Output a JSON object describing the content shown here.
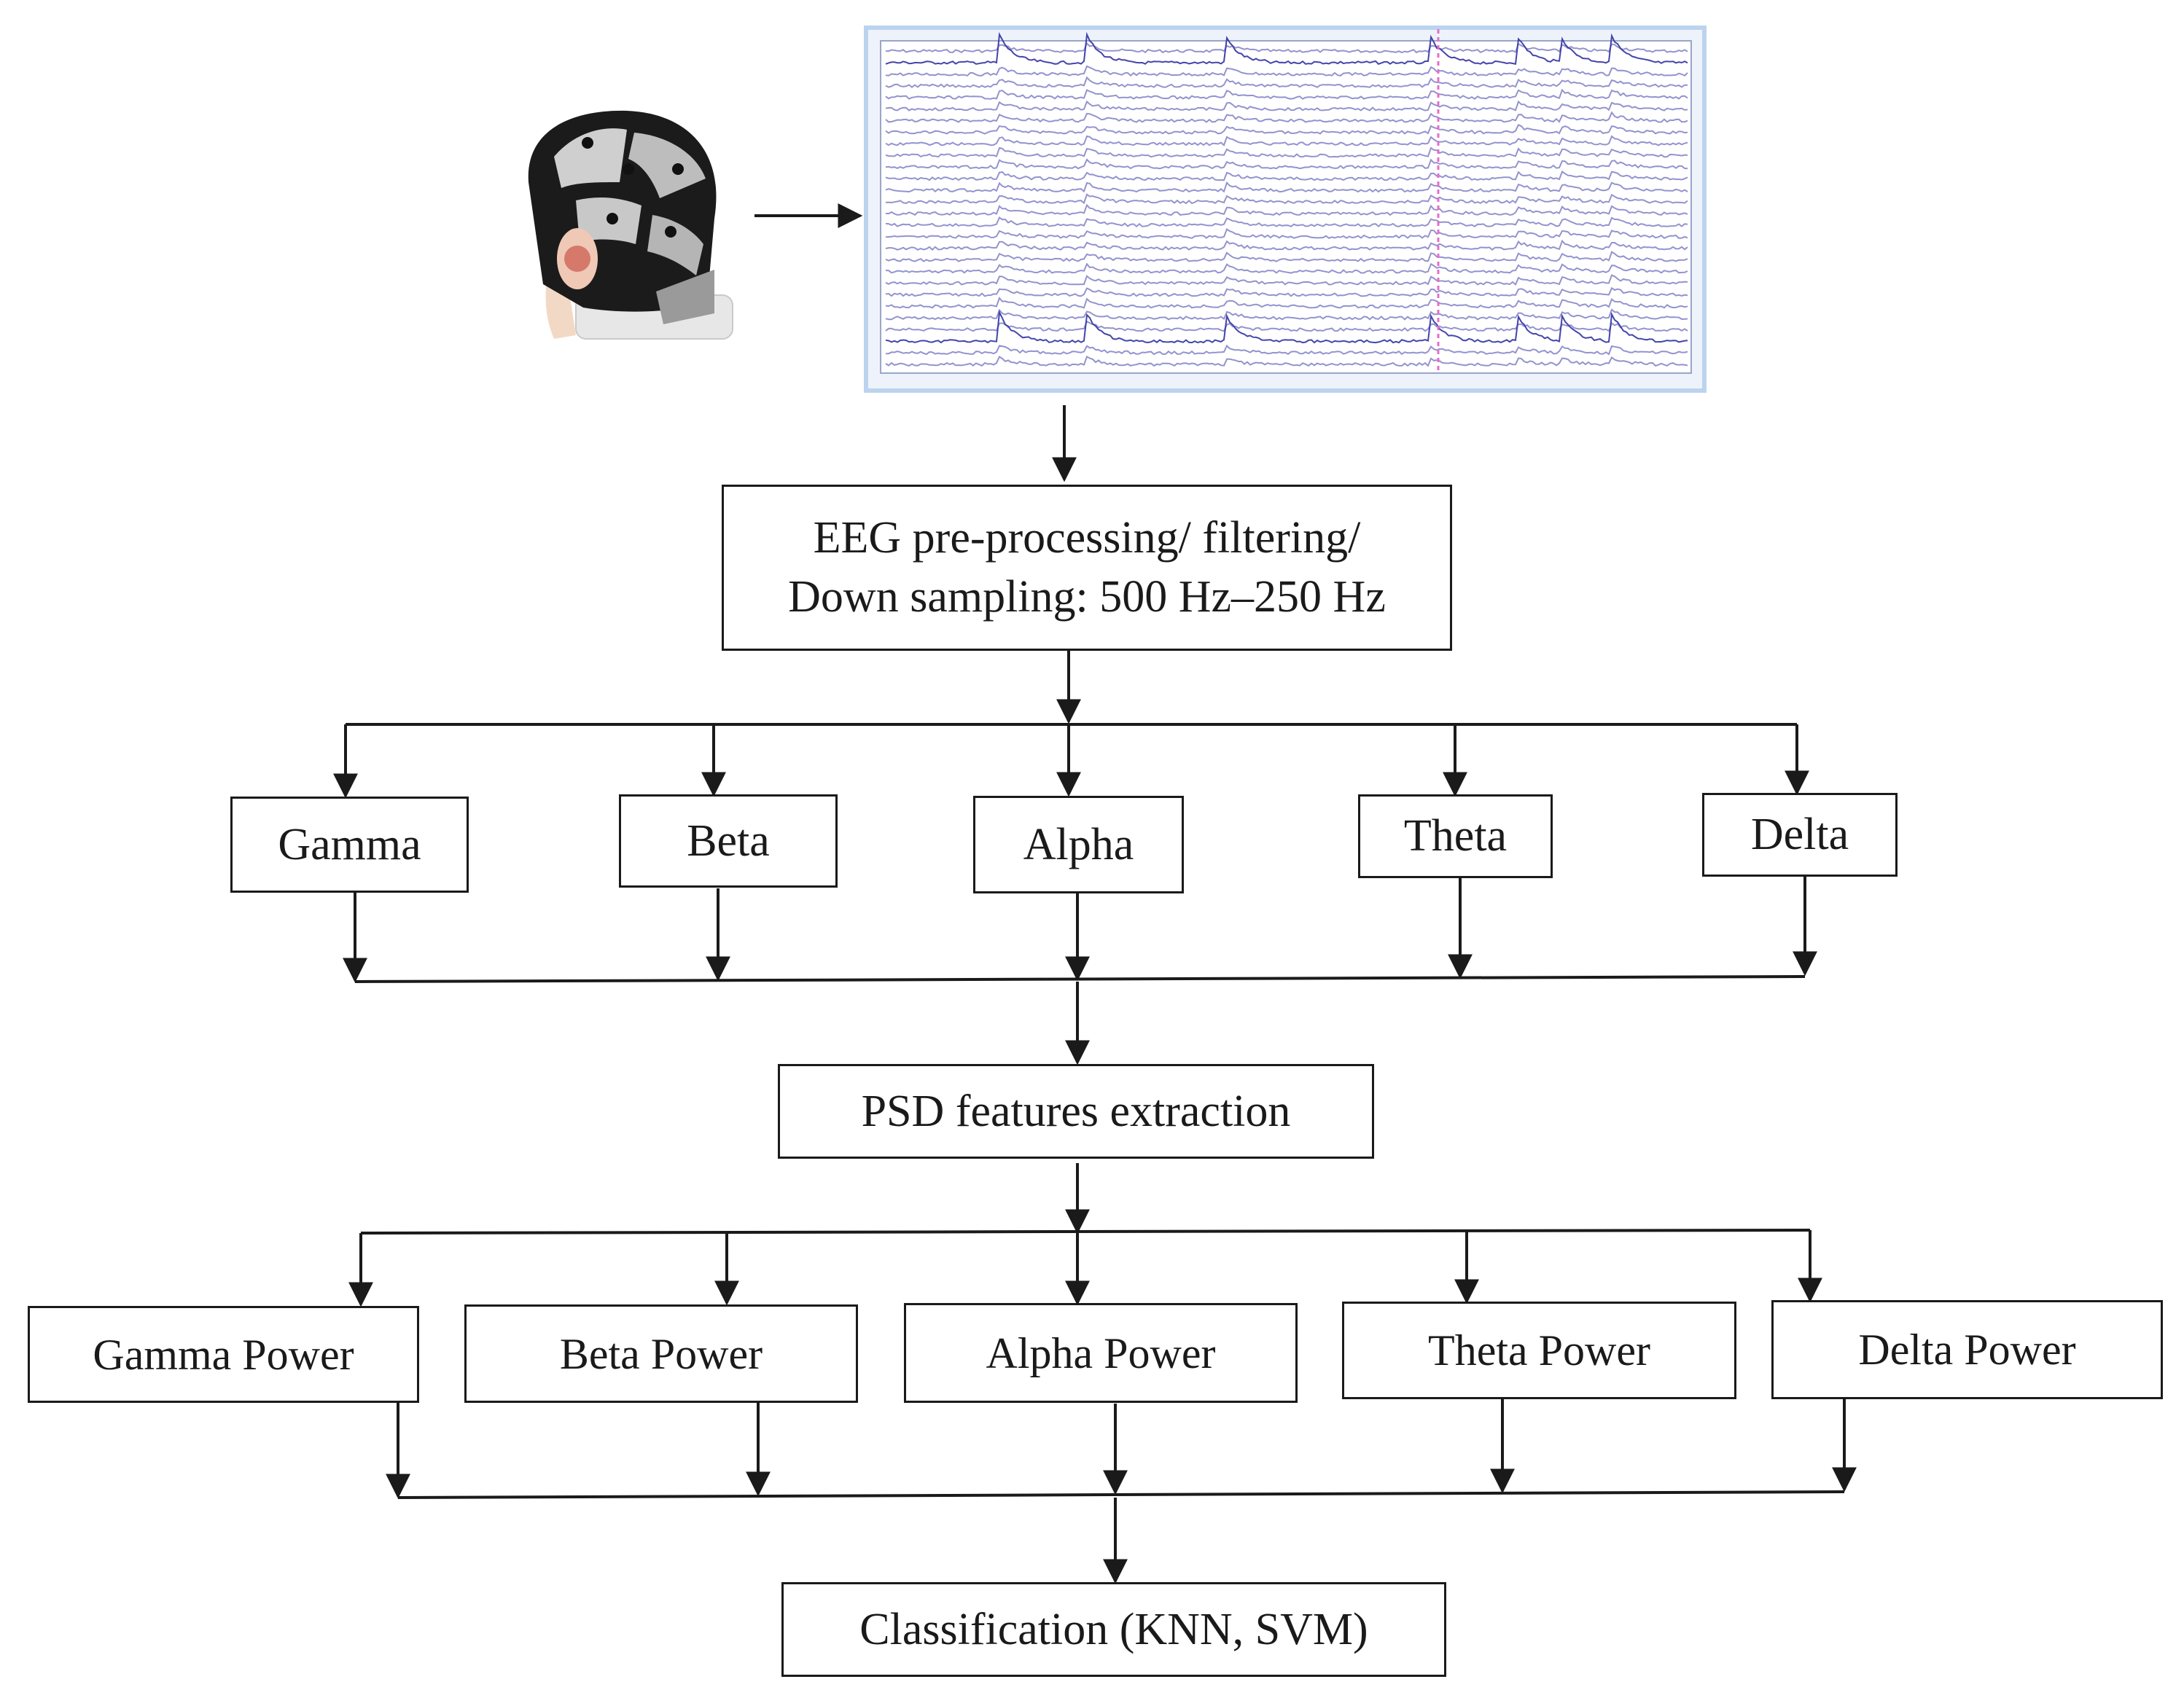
{
  "preprocessing": {
    "line1": "EEG pre-processing/  filtering/",
    "line2": "Down sampling:  500 Hz–250 Hz"
  },
  "bands": [
    {
      "label": "Gamma"
    },
    {
      "label": "Beta"
    },
    {
      "label": "Alpha"
    },
    {
      "label": "Theta"
    },
    {
      "label": "Delta"
    }
  ],
  "psd": {
    "label": "PSD features extraction"
  },
  "powers": [
    {
      "label": "Gamma Power"
    },
    {
      "label": "Beta Power"
    },
    {
      "label": "Alpha Power"
    },
    {
      "label": "Theta Power"
    },
    {
      "label": "Delta Power"
    }
  ],
  "classification": {
    "label": "Classification (KNN, SVM)"
  },
  "colors": {
    "line": "#1a1a1a",
    "eeg_trace": "#3a3aa8",
    "eeg_bg": "#eef3fb",
    "eeg_border": "#bcd3ee",
    "marker": "#e070c8"
  },
  "icons": {
    "headset": "eeg-headset-icon",
    "signal": "eeg-signal-plot"
  }
}
